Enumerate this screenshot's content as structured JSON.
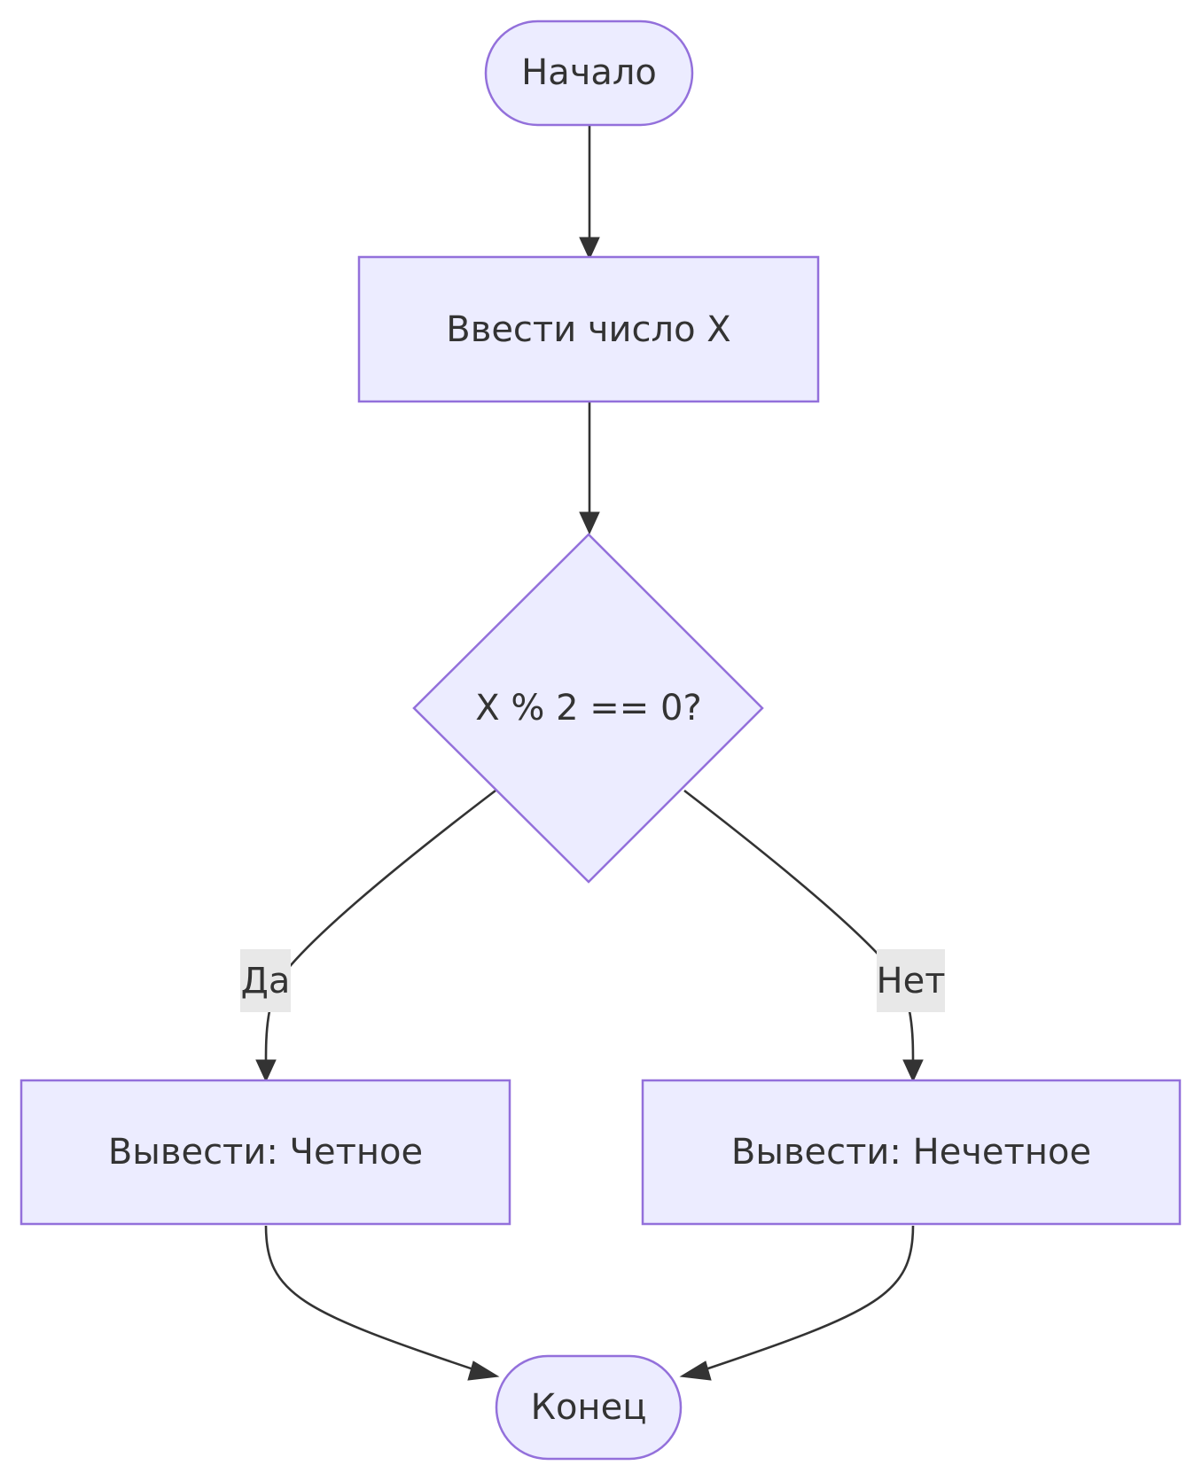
{
  "diagram": {
    "type": "flowchart",
    "colors": {
      "node_fill": "#ECECFF",
      "node_stroke": "#9370DB",
      "edge": "#333333",
      "edge_label_bg": "#e8e8e8",
      "text": "#333333"
    },
    "nodes": {
      "start": {
        "label": "Начало",
        "shape": "stadium"
      },
      "input": {
        "label": "Ввести число X",
        "shape": "rectangle"
      },
      "decision": {
        "label": "X % 2 == 0?",
        "shape": "diamond"
      },
      "even": {
        "label": "Вывести: Четное",
        "shape": "rectangle"
      },
      "odd": {
        "label": "Вывести: Нечетное",
        "shape": "rectangle"
      },
      "end": {
        "label": "Конец",
        "shape": "stadium"
      }
    },
    "edges": {
      "start_to_input": {
        "from": "start",
        "to": "input",
        "label": ""
      },
      "input_to_decision": {
        "from": "input",
        "to": "decision",
        "label": ""
      },
      "decision_to_even": {
        "from": "decision",
        "to": "even",
        "label": "Да"
      },
      "decision_to_odd": {
        "from": "decision",
        "to": "odd",
        "label": "Нет"
      },
      "even_to_end": {
        "from": "even",
        "to": "end",
        "label": ""
      },
      "odd_to_end": {
        "from": "odd",
        "to": "end",
        "label": ""
      }
    }
  }
}
